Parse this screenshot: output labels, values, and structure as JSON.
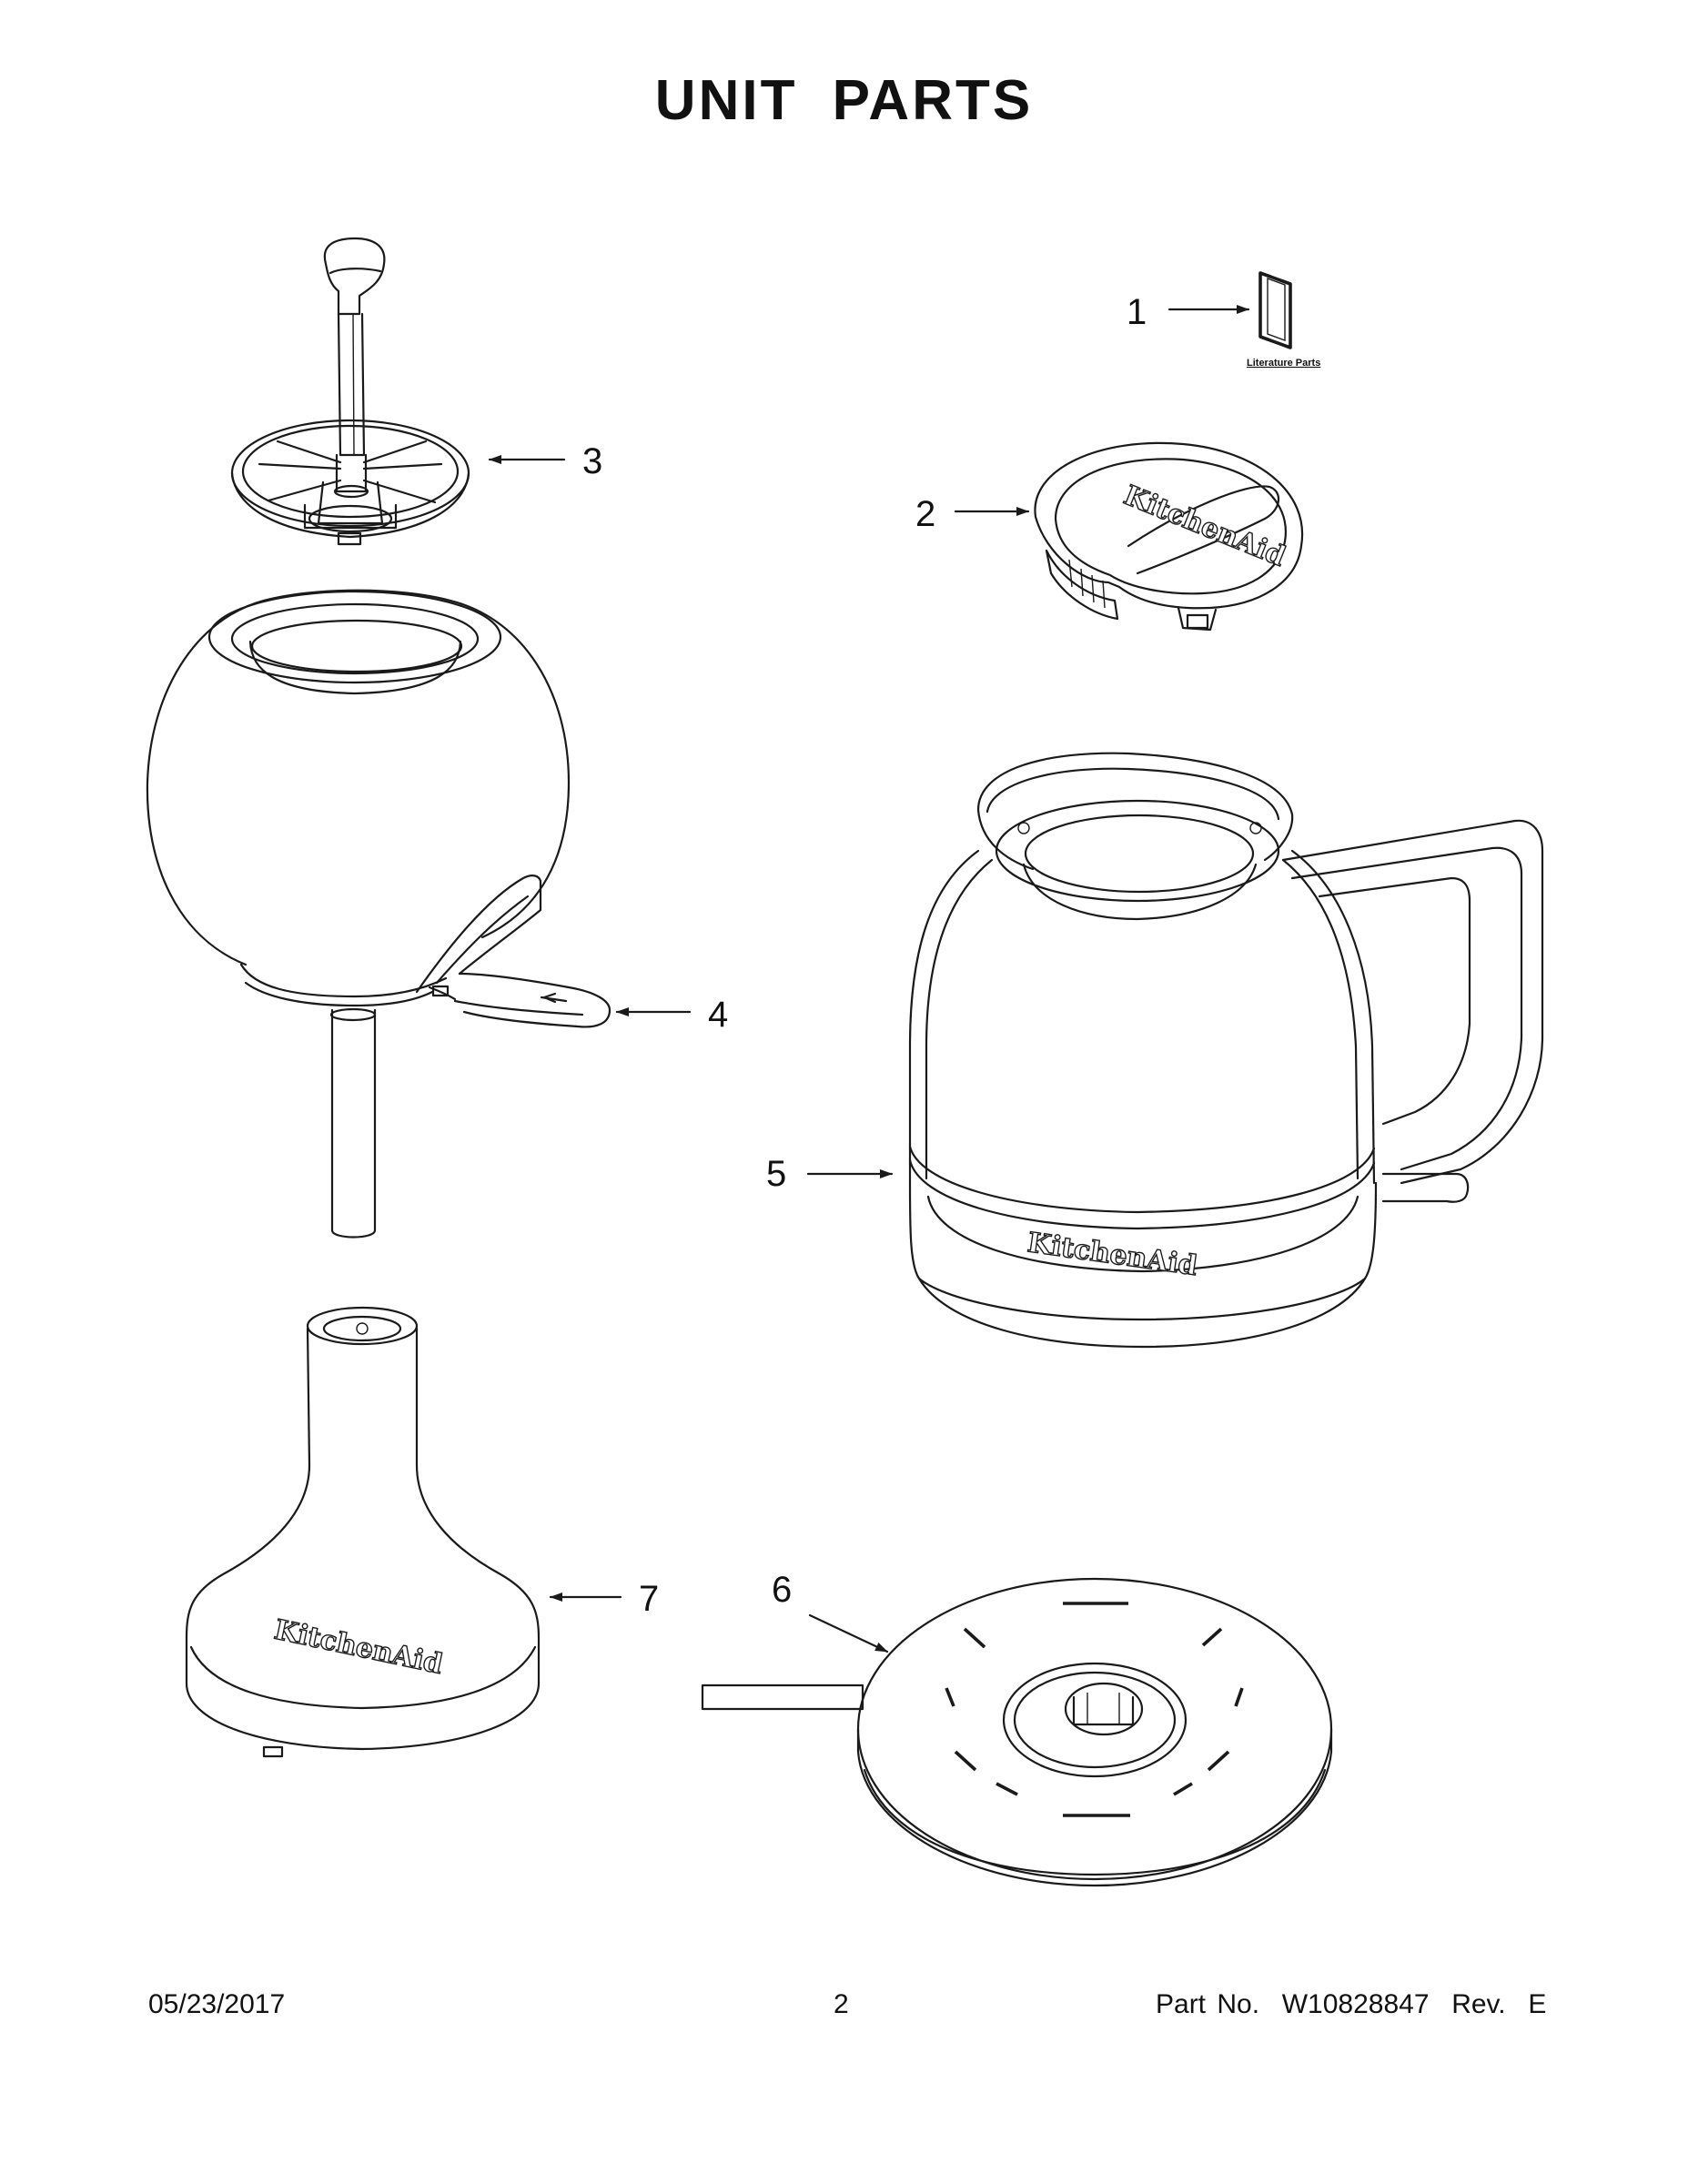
{
  "title": "UNIT PARTS",
  "footer": {
    "date": "05/23/2017",
    "page": "2",
    "part_label": "Part No.",
    "part_number": "W10828847",
    "rev_label": "Rev.",
    "rev": "E"
  },
  "callouts": [
    "1",
    "2",
    "3",
    "4",
    "5",
    "6",
    "7"
  ],
  "literature_label": "Literature Parts",
  "brand_text": "KitchenAid"
}
